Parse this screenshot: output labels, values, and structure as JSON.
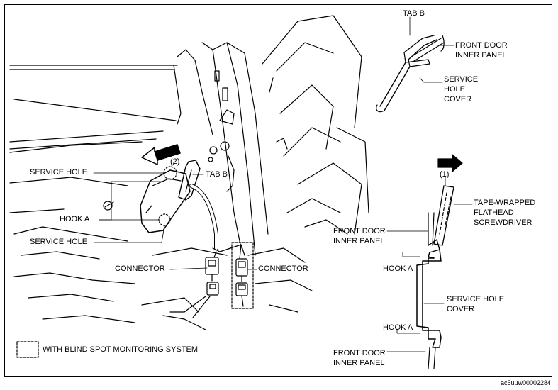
{
  "labels": {
    "tab_b_top": "TAB B",
    "front_door_top": [
      "FRONT DOOR",
      "INNER PANEL"
    ],
    "service_hole_cover_top": [
      "SERVICE",
      "HOLE",
      "COVER"
    ],
    "service_hole_1": "SERVICE HOLE",
    "num_2": "(2)",
    "tab_b_left": "TAB B",
    "hook_a_left": "HOOK A",
    "service_hole_2": "SERVICE HOLE",
    "connector_left": "CONNECTOR",
    "connector_right": "CONNECTOR",
    "legend": "WITH BLIND SPOT MONITORING SYSTEM",
    "num_1": "(1)",
    "tape_wrapped": [
      "TAPE-WRAPPED",
      "FLATHEAD",
      "SCREWDRIVER"
    ],
    "front_door_mid": [
      "FRONT DOOR",
      "INNER PANEL"
    ],
    "hook_a_1": "HOOK A",
    "service_hole_cover_right": [
      "SERVICE HOLE",
      "COVER"
    ],
    "hook_a_2": "HOOK A",
    "front_door_bottom": [
      "FRONT DOOR",
      "INNER PANEL"
    ],
    "image_code": "ac5uuw00002284"
  }
}
